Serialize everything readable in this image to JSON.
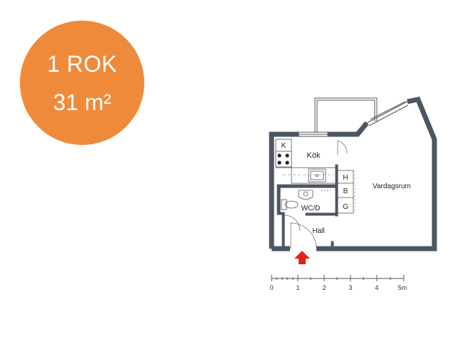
{
  "badge": {
    "rooms": "1 ROK",
    "area": "31 m²",
    "color": "#ef8a3a"
  },
  "floorplan": {
    "wall_color": "#4c5563",
    "entrance_color": "#e8201a",
    "rooms": {
      "kitchen": "Kök",
      "living": "Vardagsrum",
      "bathroom": "WC/D",
      "hall": "Hall"
    },
    "fixtures": {
      "kitchen_unit": "K",
      "closet_h": "H",
      "closet_b": "B",
      "closet_g": "G"
    }
  },
  "scale": {
    "labels": [
      "0",
      "1",
      "2",
      "3",
      "4",
      "5m"
    ]
  }
}
